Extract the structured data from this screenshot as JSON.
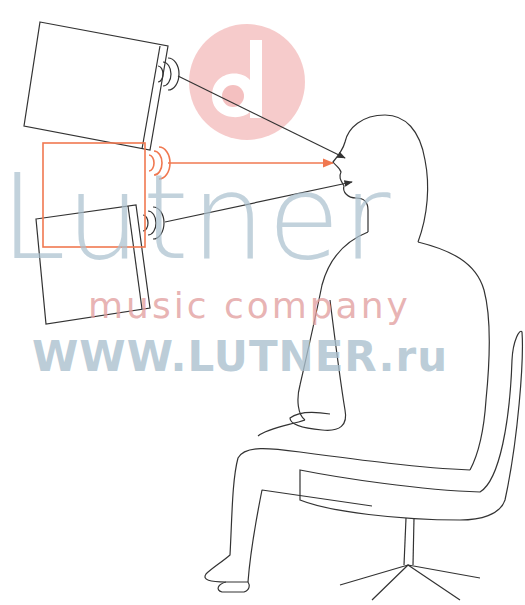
{
  "diagram": {
    "labels": [
      "Lutner",
      "music company",
      "WWW.LUTNER.ru"
    ]
  }
}
